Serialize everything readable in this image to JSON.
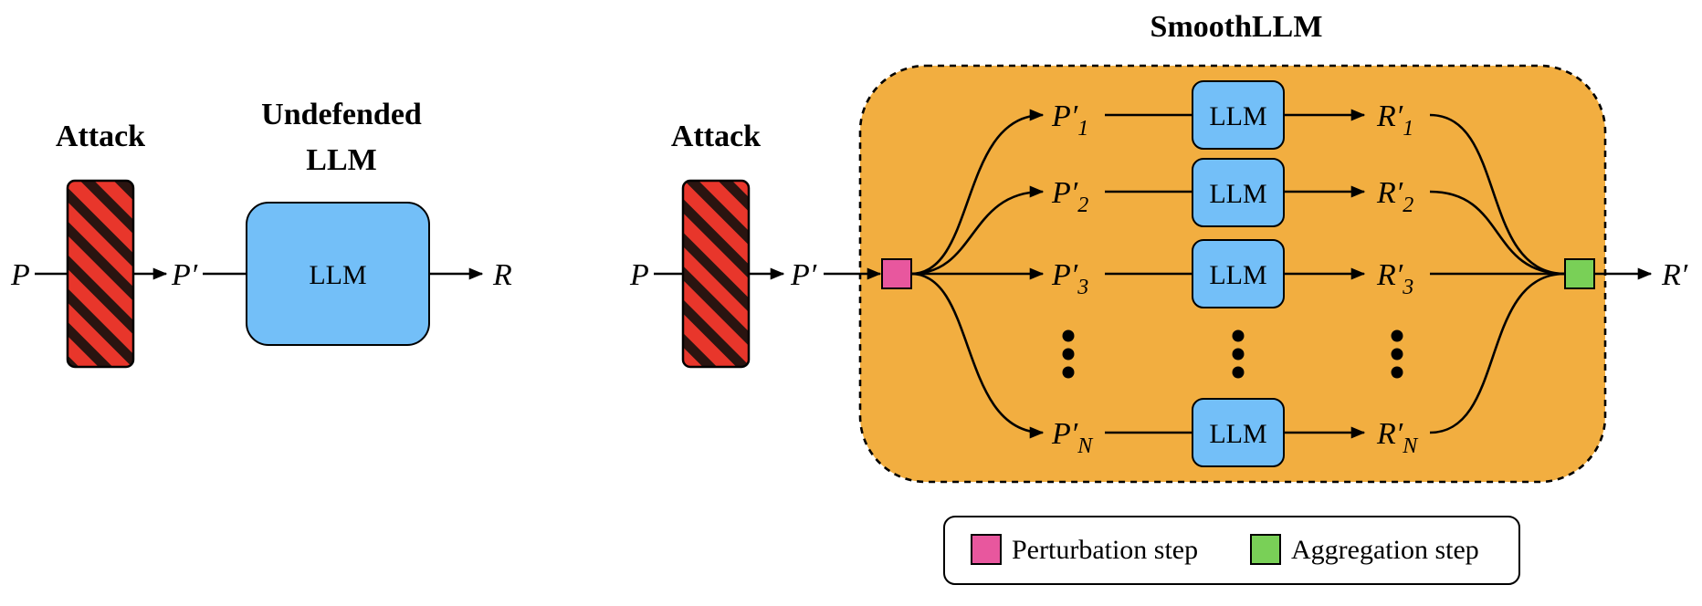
{
  "undefended": {
    "attack_title": "Attack",
    "title_line1": "Undefended",
    "title_line2": "LLM",
    "llm_label": "LLM",
    "input": "P",
    "perturbed_input": "P′",
    "output": "R"
  },
  "smoothllm": {
    "title": "SmoothLLM",
    "attack_title": "Attack",
    "input": "P",
    "perturbed_input": "P′",
    "output": "R′",
    "llm_label": "LLM",
    "rows": [
      {
        "p": "P′",
        "p_sub": "1",
        "r": "R′",
        "r_sub": "1"
      },
      {
        "p": "P′",
        "p_sub": "2",
        "r": "R′",
        "r_sub": "2"
      },
      {
        "p": "P′",
        "p_sub": "3",
        "r": "R′",
        "r_sub": "3"
      },
      {
        "p": "P′",
        "p_sub": "N",
        "r": "R′",
        "r_sub": "N"
      }
    ]
  },
  "legend": {
    "perturbation_label": "Perturbation step",
    "aggregation_label": "Aggregation step"
  },
  "colors": {
    "llm_box": "#73BFF8",
    "smooth_region": "#F2AE40",
    "attack_red": "#E8362B",
    "attack_stripe": "#2A1410",
    "perturbation": "#E8579E",
    "aggregation": "#79D057"
  }
}
